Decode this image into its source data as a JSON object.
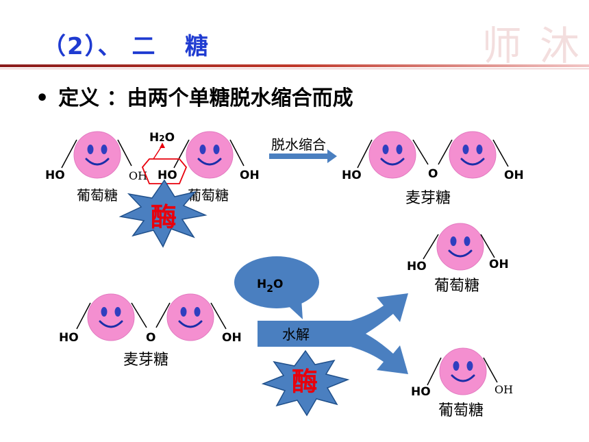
{
  "slide": {
    "title": "（2）、 二   糖",
    "watermark": "师 沐",
    "bullet": "定义 ：由两个单糖脱水缩合而成"
  },
  "labels": {
    "ho": "HO",
    "oh": "OH",
    "oh_thin": "OH",
    "o_bridge": "O",
    "water_top": "H2O",
    "water_cloud": "H2O",
    "glucose": "葡萄糖",
    "maltose": "麦芽糖",
    "enzyme": "酶",
    "condensation": "脱水缩合",
    "hydrolysis": "水解"
  },
  "colors": {
    "face": "#f48fd0",
    "face_stroke": "#e27ac0",
    "eye": "#2f3fbf",
    "smile": "#1a2ea8",
    "enzyme_fill": "#4a7fc0",
    "arrow": "#4a7fc0",
    "title": "#1f3bd1",
    "red_text": "#e8000c"
  }
}
